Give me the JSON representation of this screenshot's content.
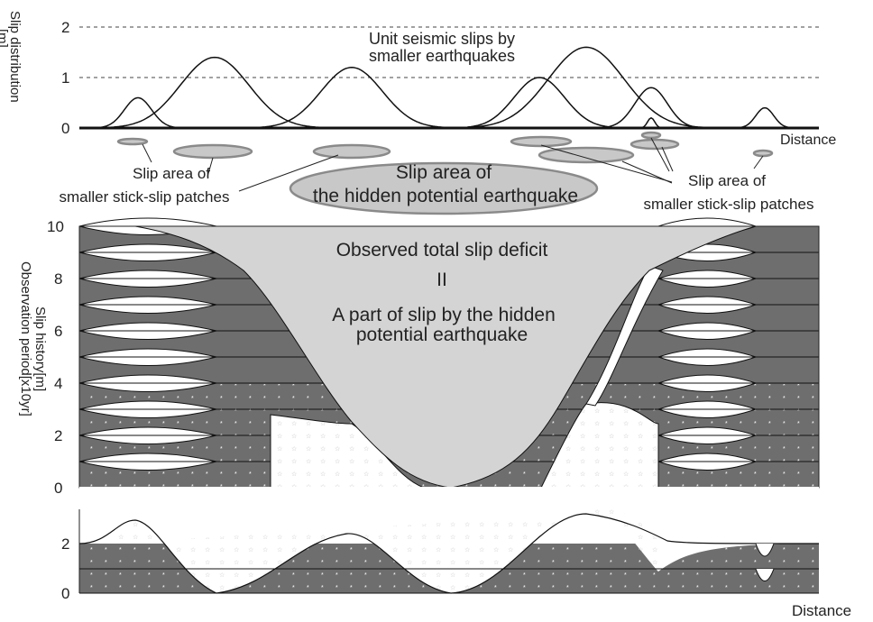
{
  "top_panel": {
    "ylabel_line1": "Slip distribution",
    "ylabel_line2": "[m]",
    "yticks": [
      "0",
      "1",
      "2"
    ],
    "xlabel": "Distance",
    "title_line1": "Unit seismic slips by",
    "title_line2": "smaller earthquakes",
    "unit_slip_amplitudes_m": [
      0.6,
      1.4,
      1.2,
      1.0,
      1.6,
      0.8,
      0.2,
      0.4
    ],
    "left_label_line1": "Slip area of",
    "left_label_line2": "smaller stick-slip patches",
    "center_label_line1": "Slip area of",
    "center_label_line2": "the hidden potential earthquake",
    "right_label_line1": "Slip area of",
    "right_label_line2": "smaller stick-slip patches"
  },
  "middle_panel": {
    "ylabel_line1": "Slip history[m]",
    "ylabel_line2": "Observation period[x10yr]",
    "yticks": [
      "0",
      "2",
      "4",
      "6",
      "8",
      "10"
    ],
    "annotation_line1": "Observed total slip deficit",
    "annotation_equals": "II",
    "annotation_line2": "A part of slip by the hidden",
    "annotation_line3": "potential earthquake"
  },
  "bottom_panel": {
    "yticks": [
      "0",
      "2"
    ],
    "xlabel": "Distance"
  },
  "colors": {
    "dark_fill": "#6e6e6e",
    "light_fill": "#d4d4d4",
    "ellipse_fill": "#c8c8c8",
    "ellipse_stroke": "#8a8a8a"
  }
}
